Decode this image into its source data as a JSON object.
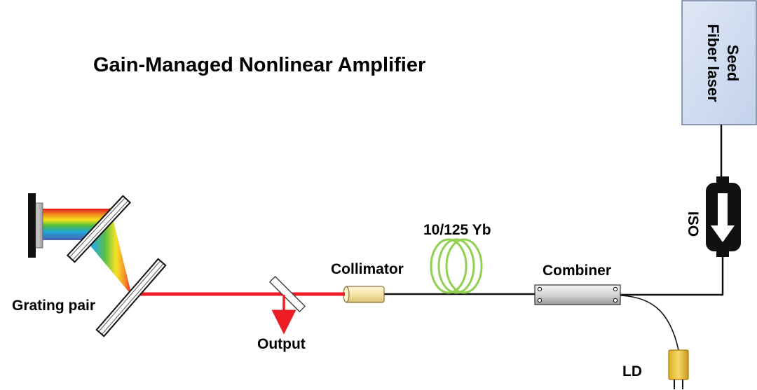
{
  "diagram": {
    "title": "Gain-Managed Nonlinear Amplifier",
    "components": {
      "seed": {
        "line1": "Seed",
        "line2": "Fiber laser"
      },
      "isolator": {
        "label": "ISO"
      },
      "fiber": {
        "label": "10/125 Yb"
      },
      "collimator": {
        "label": "Collimator"
      },
      "combiner": {
        "label": "Combiner"
      },
      "pump": {
        "label": "LD"
      },
      "grating": {
        "label": "Grating pair"
      },
      "output": {
        "label": "Output"
      }
    }
  }
}
